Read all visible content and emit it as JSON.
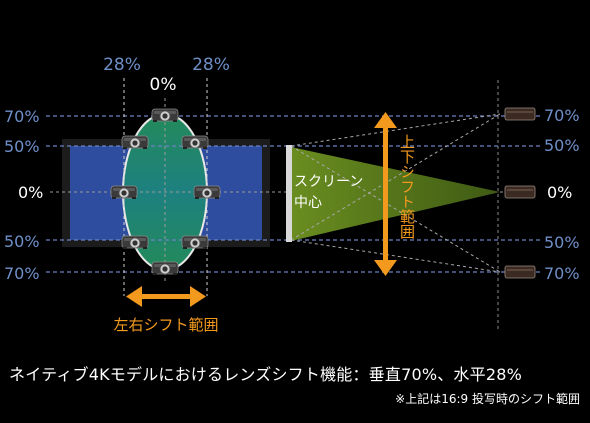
{
  "colors": {
    "background": "#000000",
    "blue_label": "#6f8fc8",
    "white_label": "#ffffff",
    "orange": "#f39a1e",
    "screen_blue": "#2e4d9f",
    "ellipse_teal": "#1f7e77",
    "projection_green": "#5e7f1f",
    "dashed_line": "#6d84c4",
    "guide_dash": "#9a9a9a"
  },
  "labels": {
    "horizontal_pct_left": "28%",
    "horizontal_pct_center": "0%",
    "horizontal_pct_right": "28%",
    "left_70_top": "70%",
    "left_50_top": "50%",
    "left_0": "0%",
    "left_50_bottom": "50%",
    "left_70_bottom": "70%",
    "right_70_top": "70%",
    "right_50_top": "50%",
    "right_0": "0%",
    "right_50_bottom": "50%",
    "right_70_bottom": "70%",
    "screen_center_line1": "スクリーン",
    "screen_center_line2": "中心",
    "vertical_shift_range": "上下シフト範囲",
    "horizontal_shift_range": "左右シフト範囲"
  },
  "caption": {
    "main": "ネイティブ4Kモデルにおけるレンズシフト機能：垂直70%、水平28%",
    "note": "※上記は16:9 投写時のシフト範囲"
  },
  "icons": {
    "projector": "projector-icon",
    "horizontal_arrow": "double-arrow-horizontal-icon",
    "vertical_arrow": "double-arrow-vertical-icon"
  }
}
